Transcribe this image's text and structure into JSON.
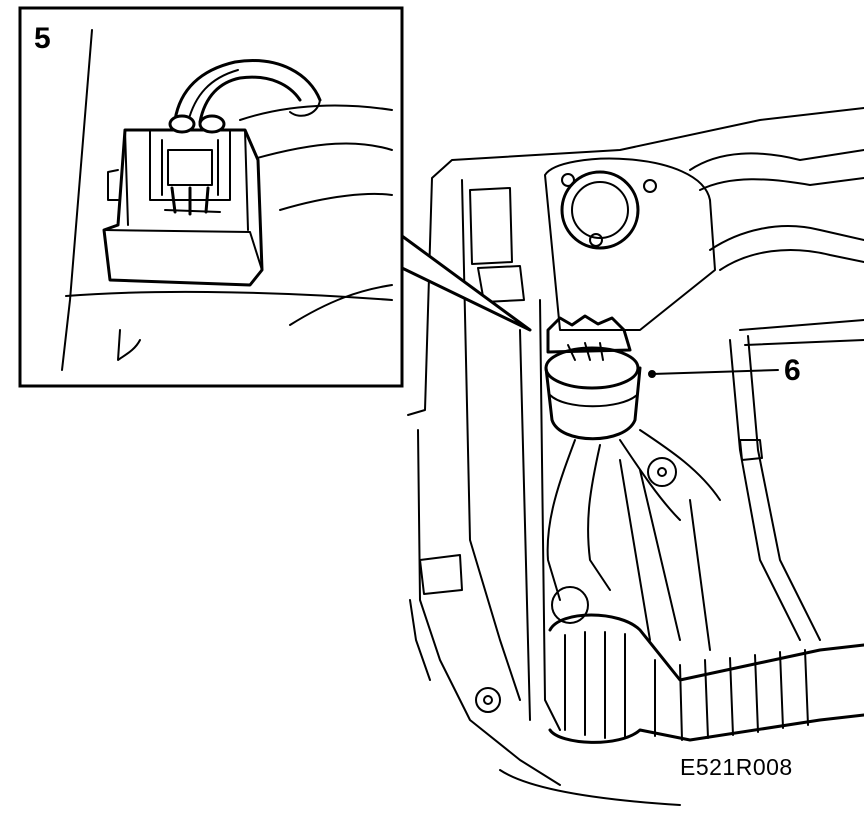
{
  "labels": {
    "callout_5": "5",
    "callout_6": "6",
    "reference_code": "E521R008"
  },
  "colors": {
    "ink": "#000000",
    "paper": "#ffffff"
  }
}
